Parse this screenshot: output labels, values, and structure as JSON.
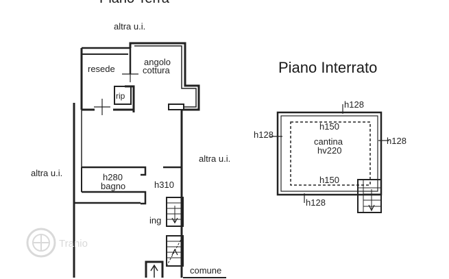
{
  "plan": {
    "top_cut_title": "Piano Terra",
    "labels": {
      "altra_top": "altra u.i.",
      "altra_left": "altra u.i.",
      "altra_right": "altra u.i.",
      "resede": "resede",
      "angolo": "angolo",
      "cottura": "cottura",
      "rip": "rip",
      "h280": "h280",
      "bagno": "bagno",
      "h310": "h310",
      "ing": "ing",
      "comune": "comune"
    }
  },
  "basement": {
    "title": "Piano Interrato",
    "h128_top": "h128",
    "h128_left": "h128",
    "h128_right": "h128",
    "h128_bottom": "h128",
    "h150_top": "h150",
    "h150_bottom": "h150",
    "cantina": "cantina",
    "hv220": "hv220"
  },
  "watermark": {
    "text": "Tranio"
  }
}
